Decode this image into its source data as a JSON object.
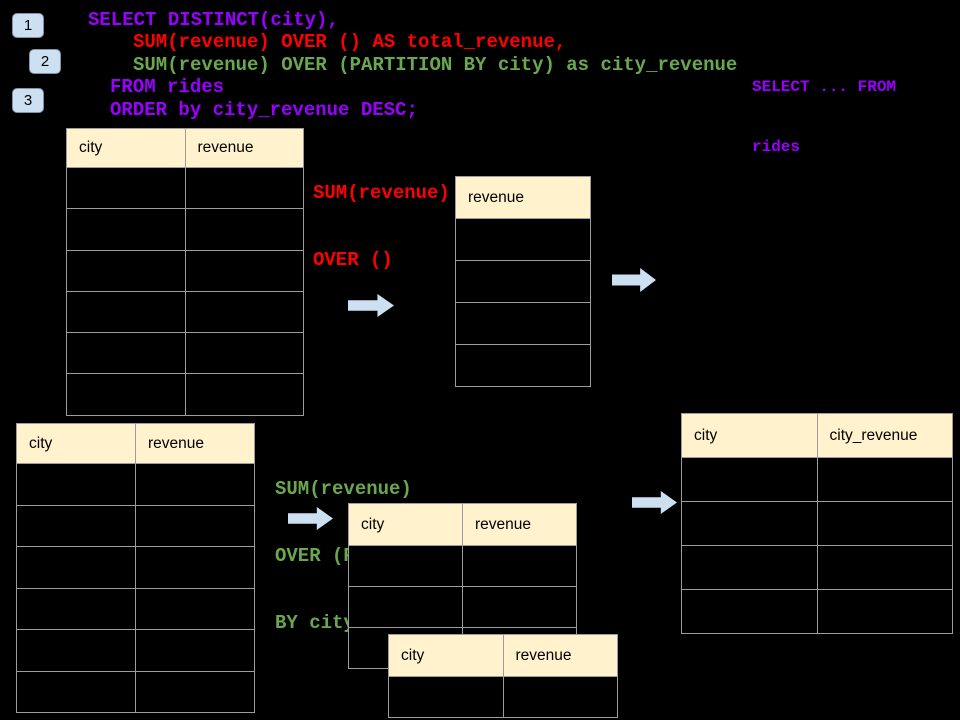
{
  "colors": {
    "bg": "#000000",
    "purple": "#9900ff",
    "red": "#ff0000",
    "green": "#6aa84f",
    "header_bg": "#fff2cc",
    "border": "#9c9c9c",
    "arrow_blue": "#cde0f2",
    "badge_bg": "#cde0f2"
  },
  "badges": [
    {
      "label": "1"
    },
    {
      "label": "2"
    },
    {
      "label": "3"
    }
  ],
  "sql_code": {
    "lines": [
      "SELECT DISTINCT(city),",
      "SUM(revenue) OVER () AS total_revenue,",
      "SUM(revenue) OVER (PARTITION BY city) as city_revenue",
      "FROM rides",
      "ORDER by city_revenue DESC;"
    ]
  },
  "side_snippet": [
    "SELECT ... FROM",
    "rides"
  ],
  "annotations": {
    "total": [
      "SUM(revenue)",
      "OVER ()"
    ],
    "partition": [
      "SUM(revenue)",
      "OVER (PARTITION",
      "BY city)"
    ]
  },
  "tables": {
    "source_top": {
      "headers": [
        "city",
        "revenue"
      ],
      "rows": 6
    },
    "total_revenue": {
      "headers": [
        "revenue"
      ],
      "rows": 4
    },
    "source_bottom": {
      "headers": [
        "city",
        "revenue"
      ],
      "rows": 6
    },
    "partition_mid": {
      "headers": [
        "city",
        "revenue"
      ],
      "rows": 3
    },
    "partition_overlap": {
      "headers": [
        "city",
        "revenue"
      ],
      "rows": 1
    },
    "result_right": {
      "headers": [
        "city",
        "city_revenue"
      ],
      "rows": 4
    }
  },
  "icons": {
    "flow_arrow": "right-block-arrow"
  }
}
